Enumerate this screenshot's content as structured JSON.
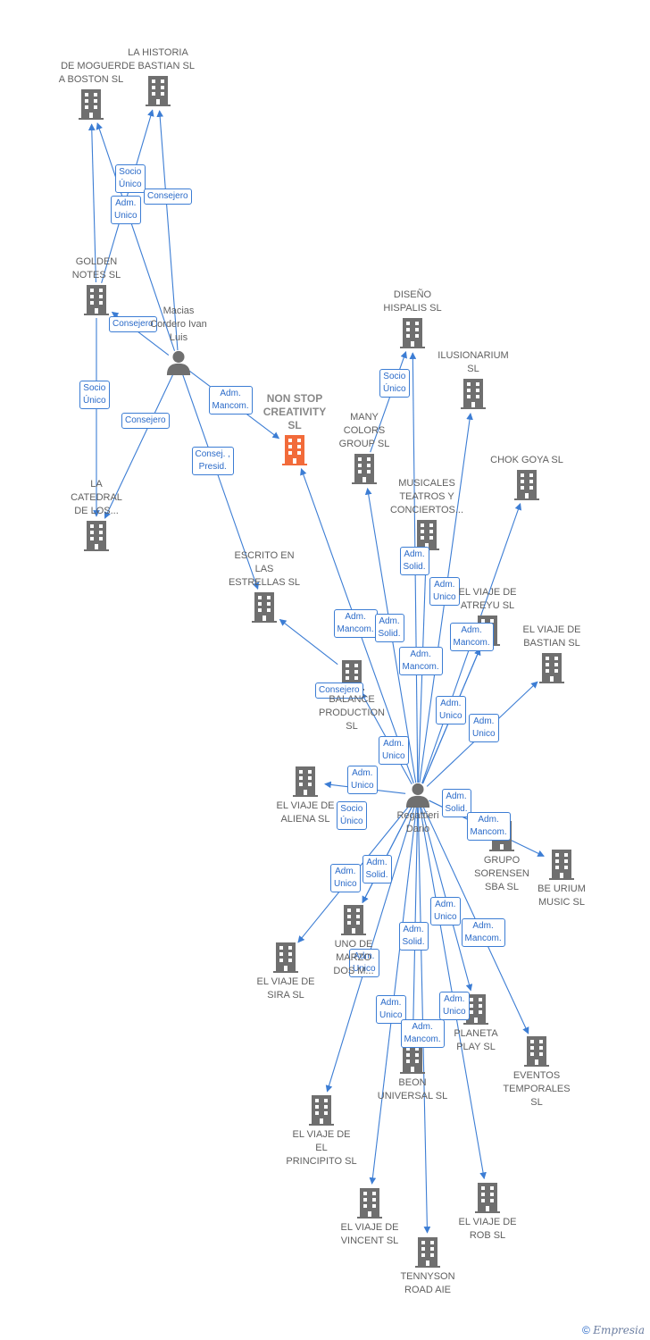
{
  "colors": {
    "building": "#6f6f6f",
    "focus_building": "#f26b3a",
    "person": "#6f6f6f",
    "edge": "#3c7dd4",
    "label": "#5f5f5f"
  },
  "icons": {
    "company": "building-icon",
    "person": "person-icon"
  },
  "nodes": [
    {
      "id": "moguer",
      "type": "company",
      "label": "DE MOGUER\nA BOSTON  SL"
    },
    {
      "id": "historia",
      "type": "company",
      "label": "LA HISTORIA\nDE BASTIAN  SL"
    },
    {
      "id": "golden",
      "type": "company",
      "label": "GOLDEN\nNOTES  SL"
    },
    {
      "id": "macias",
      "type": "person",
      "label": "Macias\nCordero Ivan\nLuis"
    },
    {
      "id": "catedral",
      "type": "company",
      "label": "LA\nCATEDRAL\nDE LOS..."
    },
    {
      "id": "nonstop",
      "type": "company",
      "focus": true,
      "label": "NON STOP\nCREATIVITY\nSL"
    },
    {
      "id": "escrito",
      "type": "company",
      "label": "ESCRITO EN\nLAS\nESTRELLAS  SL"
    },
    {
      "id": "diseno",
      "type": "company",
      "label": "DISEÑO\nHISPALIS SL"
    },
    {
      "id": "ilusionarium",
      "type": "company",
      "label": "ILUSIONARIUM\nSL"
    },
    {
      "id": "manycolors",
      "type": "company",
      "label": "MANY\nCOLORS\nGROUP  SL"
    },
    {
      "id": "chokgoya",
      "type": "company",
      "label": "CHOK GOYA  SL"
    },
    {
      "id": "musicales",
      "type": "company",
      "label": "MUSICALES\nTEATROS Y\nCONCIERTOS..."
    },
    {
      "id": "atreyu",
      "type": "company",
      "label": "EL VIAJE DE\nATREYU  SL"
    },
    {
      "id": "bastian",
      "type": "company",
      "label": "EL VIAJE DE\nBASTIAN  SL"
    },
    {
      "id": "balance",
      "type": "company",
      "label": "BALANCE\nPRODUCTION\nSL"
    },
    {
      "id": "aliena",
      "type": "company",
      "label": "EL VIAJE DE\nALIENA  SL"
    },
    {
      "id": "regattieri",
      "type": "person",
      "label": "Regattieri\nDario"
    },
    {
      "id": "sorensen",
      "type": "company",
      "label": "GRUPO\nSORENSEN\nSBA SL"
    },
    {
      "id": "beurium",
      "type": "company",
      "label": "BE URIUM\nMUSIC  SL"
    },
    {
      "id": "sira",
      "type": "company",
      "label": "EL VIAJE DE\nSIRA  SL"
    },
    {
      "id": "unode",
      "type": "company",
      "label": "UNO DE\nMARZO\nDOS M..."
    },
    {
      "id": "planeta",
      "type": "company",
      "label": "PLANETA\nPLAY SL"
    },
    {
      "id": "eventos",
      "type": "company",
      "label": "EVENTOS\nTEMPORALES\nSL"
    },
    {
      "id": "beon",
      "type": "company",
      "label": "BEON\nUNIVERSAL  SL"
    },
    {
      "id": "principito",
      "type": "company",
      "label": "EL VIAJE DE\nEL\nPRINCIPITO  SL"
    },
    {
      "id": "vincent",
      "type": "company",
      "label": "EL VIAJE DE\nVINCENT  SL"
    },
    {
      "id": "rob",
      "type": "company",
      "label": "EL VIAJE DE\nROB  SL"
    },
    {
      "id": "tennyson",
      "type": "company",
      "label": "TENNYSON\nROAD AIE"
    }
  ],
  "edges": [
    {
      "from": "golden",
      "to": "moguer",
      "label": "Socio\nÚnico"
    },
    {
      "from": "golden",
      "to": "historia",
      "label": "Adm.\nUnico"
    },
    {
      "from": "macias",
      "to": "historia",
      "label": "Consejero"
    },
    {
      "from": "macias",
      "to": "moguer",
      "label": ""
    },
    {
      "from": "macias",
      "to": "golden",
      "label": "Consejero"
    },
    {
      "from": "golden",
      "to": "catedral",
      "label": "Socio\nÚnico"
    },
    {
      "from": "macias",
      "to": "catedral",
      "label": "Consejero"
    },
    {
      "from": "macias",
      "to": "nonstop",
      "label": "Adm.\nMancom."
    },
    {
      "from": "macias",
      "to": "escrito",
      "label": "Consej. ,\nPresid."
    },
    {
      "from": "manycolors",
      "to": "diseno",
      "label": "Socio\nÚnico"
    },
    {
      "from": "regattieri",
      "to": "diseno",
      "label": ""
    },
    {
      "from": "regattieri",
      "to": "nonstop",
      "label": "Adm.\nMancom."
    },
    {
      "from": "regattieri",
      "to": "manycolors",
      "label": "Adm.\nSolid."
    },
    {
      "from": "regattieri",
      "to": "musicales",
      "label": "Adm.\nSolid."
    },
    {
      "from": "regattieri",
      "to": "ilusionarium",
      "label": "Adm.\nUnico"
    },
    {
      "from": "regattieri",
      "to": "atreyu",
      "label": "Adm.\nMancom."
    },
    {
      "from": "regattieri",
      "to": "chokgoya",
      "label": "Adm.\nMancom."
    },
    {
      "from": "regattieri",
      "to": "bastian",
      "label": "Adm.\nUnico"
    },
    {
      "from": "regattieri",
      "to": "atreyu",
      "label": "Adm.\nUnico"
    },
    {
      "from": "balance",
      "to": "escrito",
      "label": "Consejero"
    },
    {
      "from": "regattieri",
      "to": "balance",
      "label": "Adm.\nUnico"
    },
    {
      "from": "regattieri",
      "to": "aliena",
      "label": "Adm.\nUnico"
    },
    {
      "from": "regattieri",
      "to": "unode",
      "label": "Socio\nÚnico"
    },
    {
      "from": "regattieri",
      "to": "sorensen",
      "label": "Adm.\nSolid."
    },
    {
      "from": "regattieri",
      "to": "beurium",
      "label": "Adm.\nMancom."
    },
    {
      "from": "regattieri",
      "to": "sira",
      "label": "Adm.\nUnico"
    },
    {
      "from": "regattieri",
      "to": "unode",
      "label": "Adm.\nSolid."
    },
    {
      "from": "regattieri",
      "to": "planeta",
      "label": "Adm.\nUnico"
    },
    {
      "from": "regattieri",
      "to": "eventos",
      "label": "Adm.\nMancom."
    },
    {
      "from": "regattieri",
      "to": "beon",
      "label": "Adm.\nSolid."
    },
    {
      "from": "regattieri",
      "to": "principito",
      "label": "Adm.\nUnico"
    },
    {
      "from": "regattieri",
      "to": "vincent",
      "label": "Adm.\nUnico"
    },
    {
      "from": "regattieri",
      "to": "tennyson",
      "label": "Adm.\nMancom."
    },
    {
      "from": "regattieri",
      "to": "rob",
      "label": "Adm.\nUnico"
    }
  ],
  "credit": {
    "symbol": "©",
    "brand": "Empresia"
  }
}
